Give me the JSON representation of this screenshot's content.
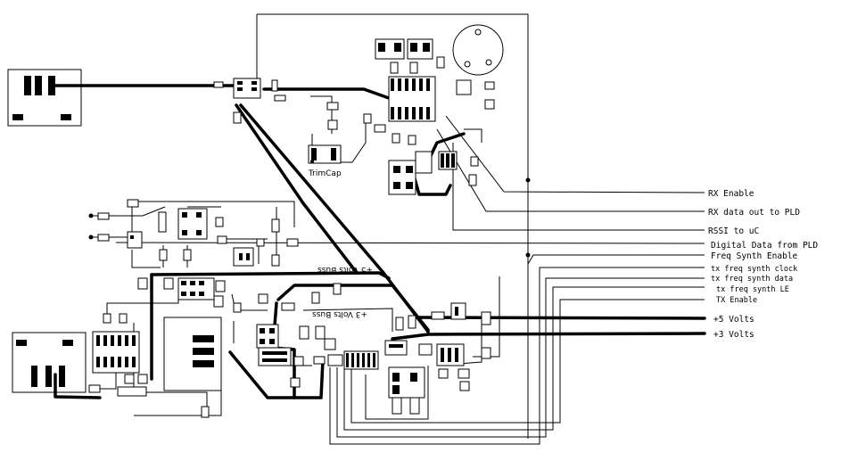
{
  "labels": {
    "trimcap": "TrimCap",
    "bus_5v_top": "+5 Volts Buss",
    "bus_3v_mid": "+3 Volts Buss"
  },
  "signals": [
    {
      "id": "rx-enable",
      "label": "RX Enable"
    },
    {
      "id": "rx-data-out",
      "label": "RX data out to PLD"
    },
    {
      "id": "rssi",
      "label": "RSSI to uC"
    },
    {
      "id": "digital-data",
      "label": "Digital Data from PLD"
    },
    {
      "id": "freq-synth-enable",
      "label": "Freq Synth Enable"
    },
    {
      "id": "tx-freq-synth-clock",
      "label": "tx freq synth clock"
    },
    {
      "id": "tx-freq-synth-data",
      "label": "tx freq synth data"
    },
    {
      "id": "tx-freq-synth-le",
      "label": "tx freq synth LE"
    },
    {
      "id": "tx-enable",
      "label": "TX Enable"
    },
    {
      "id": "plus5v",
      "label": "+5 Volts"
    },
    {
      "id": "plus3v",
      "label": "+3 Volts"
    }
  ]
}
